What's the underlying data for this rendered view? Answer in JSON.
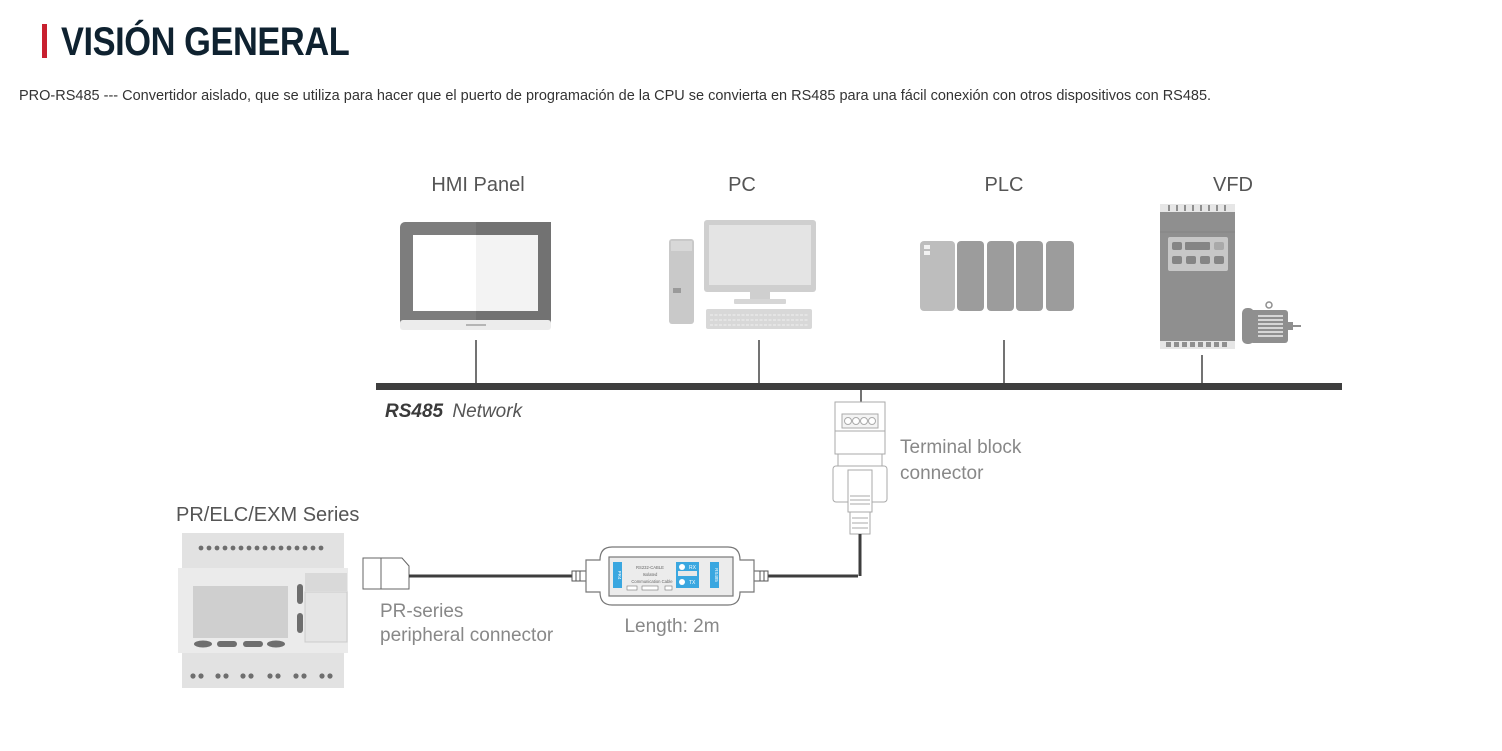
{
  "header": {
    "title": "VISIÓN GENERAL",
    "accent_color": "#c8202f"
  },
  "description": "PRO-RS485 --- Convertidor aislado, que se utiliza para hacer que el puerto de programación de la CPU se convierta en RS485 para una fácil conexión con otros dispositivos con RS485.",
  "diagram": {
    "network": {
      "label_bold": "RS485",
      "label_rest": "Network"
    },
    "devices": [
      {
        "id": "hmi",
        "label": "HMI Panel"
      },
      {
        "id": "pc",
        "label": "PC"
      },
      {
        "id": "plc",
        "label": "PLC"
      },
      {
        "id": "vfd",
        "label": "VFD"
      }
    ],
    "terminal_block": {
      "line1": "Terminal block",
      "line2": "connector"
    },
    "controller": {
      "label": "PR/ELC/EXM Series"
    },
    "peripheral_connector": {
      "line1": "PR-series",
      "line2": "peripheral connector"
    },
    "cable": {
      "length_label": "Length: 2m",
      "left_port": "PR4",
      "right_port": "RS485",
      "line1": "RS232-CABLE",
      "line2": "Isolated",
      "line3": "Communication Cable",
      "led_rx": "RX",
      "led_tx": "TX",
      "accent_color": "#3aa7e0"
    }
  }
}
